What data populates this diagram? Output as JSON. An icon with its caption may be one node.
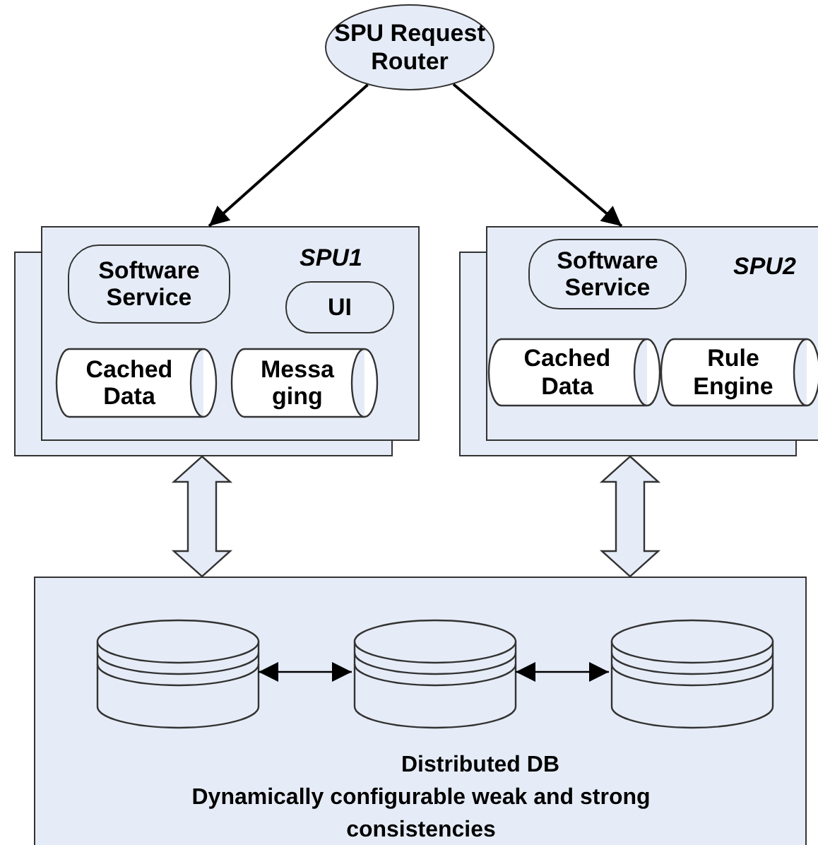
{
  "diagram": {
    "nodes": [
      {
        "text": [
          "SPU Request Router"
        ]
      },
      {
        "text": [
          "SPU1"
        ]
      },
      {
        "text": [
          "Software Service"
        ],
        "in": 1
      },
      {
        "text": [
          "UI"
        ],
        "in": 1
      },
      {
        "text": [
          "Cached Data"
        ],
        "in": 1
      },
      {
        "text": [
          "Messa ging"
        ],
        "in": 1
      },
      {
        "text": [
          "SPU2"
        ]
      },
      {
        "text": [
          "Software Service"
        ],
        "in": 6
      },
      {
        "text": [
          "Cached Data"
        ],
        "in": 6
      },
      {
        "text": [
          "Rule Engine"
        ],
        "in": 6
      },
      {
        "text": [
          "Distributed DB",
          "Dynamically configurable weak and strong consistencies"
        ]
      },
      {
        "text": [],
        "shape": "cylinder",
        "in": 10
      },
      {
        "text": [],
        "shape": "cylinder",
        "in": 10
      },
      {
        "text": [],
        "shape": "cylinder",
        "in": 10
      }
    ],
    "edges": [
      {
        "from": 0,
        "to": 1,
        "arrow": "to"
      },
      {
        "from": 0,
        "to": 6,
        "arrow": "to"
      },
      {
        "from": 1,
        "to": 10,
        "arrow": "both",
        "style": "thick"
      },
      {
        "from": 6,
        "to": 10,
        "arrow": "both",
        "style": "thick"
      },
      {
        "from": 11,
        "to": 12,
        "arrow": "both"
      },
      {
        "from": 12,
        "to": 13,
        "arrow": "both"
      }
    ]
  }
}
